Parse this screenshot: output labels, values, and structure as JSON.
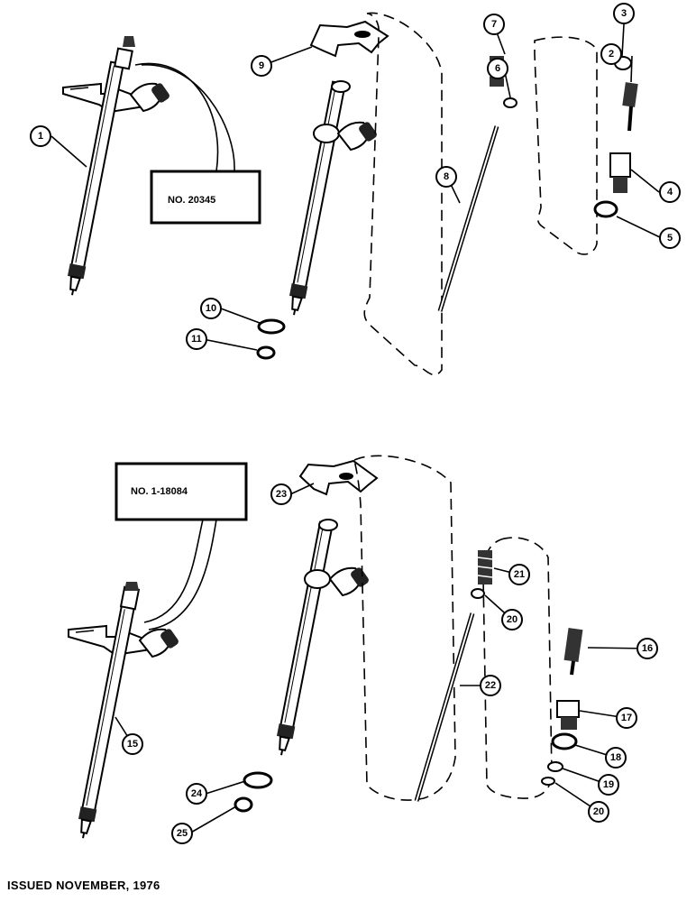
{
  "callouts": {
    "top": "NO. 20345",
    "bottom": "NO. 1-18084"
  },
  "labels": {
    "n1": "1",
    "n2": "2",
    "n3": "3",
    "n4": "4",
    "n5": "5",
    "n6": "6",
    "n7": "7",
    "n8": "8",
    "n9": "9",
    "n10": "10",
    "n11": "11",
    "n15": "15",
    "n16": "16",
    "n17": "17",
    "n18": "18",
    "n19": "19",
    "n20a": "20",
    "n20b": "20",
    "n21": "21",
    "n22": "22",
    "n23": "23",
    "n24": "24",
    "n25": "25"
  },
  "footer": "ISSUED NOVEMBER, 1976"
}
